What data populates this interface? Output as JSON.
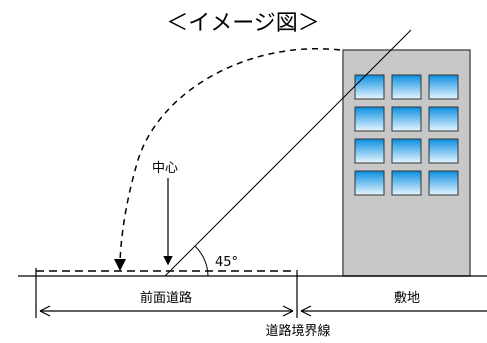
{
  "title": "＜イメージ図＞",
  "labels": {
    "center": "中心",
    "angle": "45°",
    "front_road": "前面道路",
    "site": "敷地",
    "road_boundary": "道路境界線"
  },
  "colors": {
    "building": "#c8c8c8",
    "window_top": "#0a8fe0",
    "window_bottom": "#e8f6ff",
    "line": "#000000"
  }
}
